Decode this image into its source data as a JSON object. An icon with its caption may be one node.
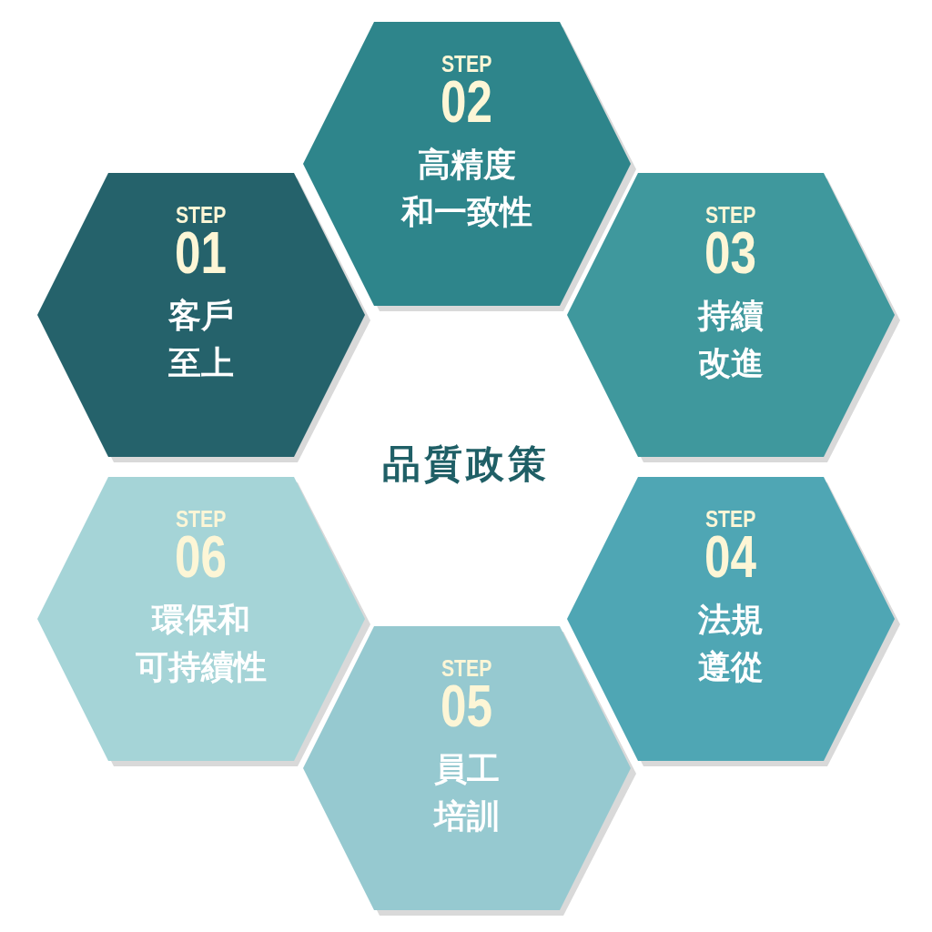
{
  "diagram": {
    "title": "品質政策",
    "nodes": [
      {
        "text": [
          "STEP",
          "01",
          "客戶至上"
        ]
      },
      {
        "text": [
          "STEP",
          "02",
          "高精度和一致性"
        ]
      },
      {
        "text": [
          "STEP",
          "03",
          "持續改進"
        ]
      },
      {
        "text": [
          "STEP",
          "04",
          "法規遵從"
        ]
      },
      {
        "text": [
          "STEP",
          "05",
          "員工培訓"
        ]
      },
      {
        "text": [
          "STEP",
          "06",
          "環保和可持續性"
        ]
      }
    ]
  }
}
